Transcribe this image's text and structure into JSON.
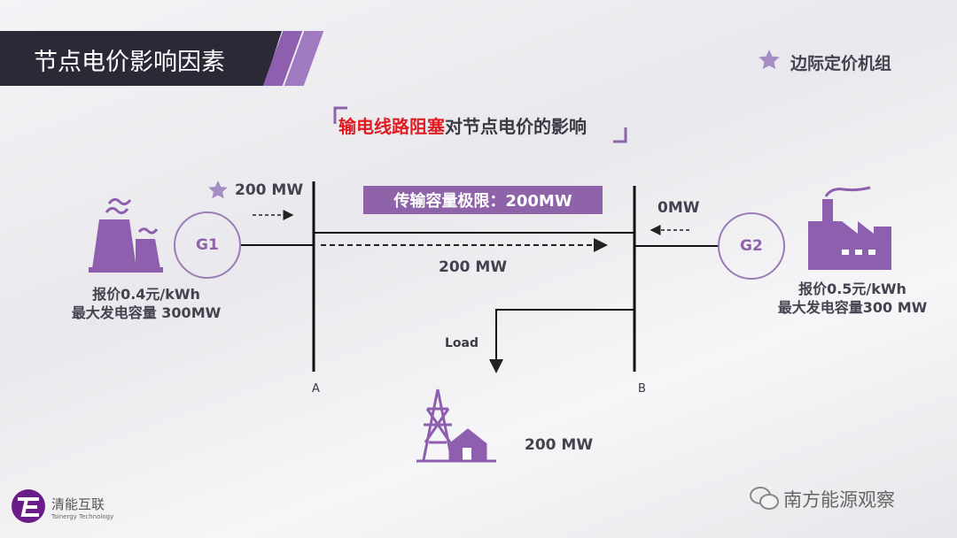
{
  "header": {
    "title": "节点电价影响因素"
  },
  "legend": {
    "label": "边际定价机组",
    "icon": "star-icon"
  },
  "subtitle": {
    "highlight": "输电线路阻塞",
    "rest": "对节点电价的影响"
  },
  "capacity_box": {
    "label": "传输容量极限：200MW"
  },
  "line_flow": {
    "label": "200 MW"
  },
  "g1": {
    "name": "G1",
    "output": "200 MW",
    "price": "报价0.4元/kWh",
    "capacity": "最大发电容量 300MW",
    "marginal": true
  },
  "g2": {
    "name": "G2",
    "output": "0MW",
    "price": "报价0.5元/kWh",
    "capacity": "最大发电容量300 MW"
  },
  "buses": {
    "a": "A",
    "b": "B"
  },
  "load": {
    "label": "Load",
    "value": "200 MW"
  },
  "logo": {
    "name": "清能互联",
    "sub": "Tsinergy Technology"
  },
  "watermark": {
    "text": "南方能源观察"
  },
  "colors": {
    "accent": "#8e63a9",
    "dark": "#2c2937",
    "red": "#e01c22"
  }
}
